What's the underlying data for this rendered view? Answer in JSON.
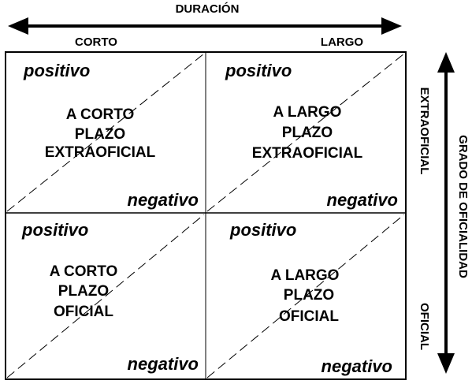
{
  "axes": {
    "horizontal": {
      "title": "DURACIÓN",
      "low": "CORTO",
      "high": "LARGO"
    },
    "vertical": {
      "title": "GRADO DE OFICIALIDAD",
      "high": "EXTRAOFICIAL",
      "low": "OFICIAL"
    }
  },
  "quadrants": {
    "top_left": {
      "positive": "positivo",
      "negative": "negativo",
      "lines": [
        "A CORTO",
        "PLAZO",
        "EXTRAOFICIAL"
      ]
    },
    "top_right": {
      "positive": "positivo",
      "negative": "negativo",
      "lines": [
        "A LARGO",
        "PLAZO",
        "EXTRAOFICIAL"
      ]
    },
    "bottom_left": {
      "positive": "positivo",
      "negative": "negativo",
      "lines": [
        "A CORTO",
        "PLAZO",
        "OFICIAL"
      ]
    },
    "bottom_right": {
      "positive": "positivo",
      "negative": "negativo",
      "lines": [
        "A LARGO",
        "PLAZO",
        "OFICIAL"
      ]
    }
  },
  "colors": {
    "ink": "#000000",
    "background": "#ffffff"
  }
}
